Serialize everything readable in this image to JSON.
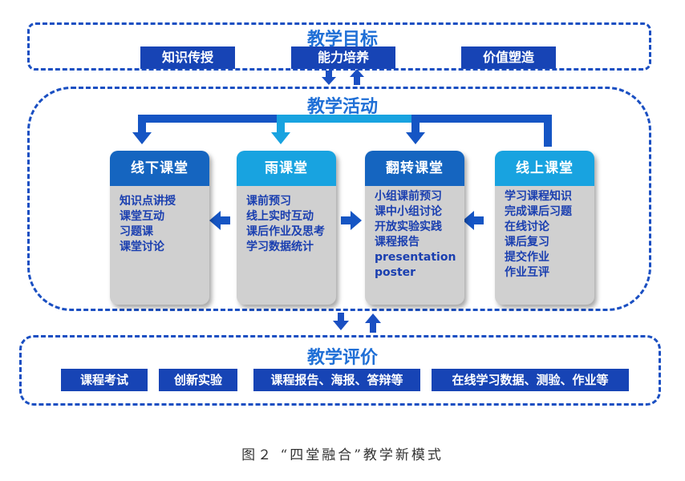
{
  "goals": {
    "title": "教学目标",
    "items": [
      "知识传授",
      "能力培养",
      "价值塑造"
    ]
  },
  "activities": {
    "title": "教学活动",
    "cards": [
      {
        "title": "线下课堂",
        "lines": [
          "知识点讲授",
          "课堂互动",
          "习题课",
          "课堂讨论"
        ]
      },
      {
        "title": "雨课堂",
        "lines": [
          "课前预习",
          "线上实时互动",
          "课后作业及思考",
          "学习数据统计"
        ]
      },
      {
        "title": "翻转课堂",
        "lines": [
          "小组课前预习",
          "课中小组讨论",
          "开放实验实践",
          "课程报告",
          "presentation",
          "poster"
        ]
      },
      {
        "title": "线上课堂",
        "lines": [
          "学习课程知识",
          "完成课后习题",
          "在线讨论",
          "课后复习",
          "提交作业",
          "作业互评"
        ]
      }
    ]
  },
  "evaluation": {
    "title": "教学评价",
    "items": [
      "课程考试",
      "创新实验",
      "课程报告、海报、答辩等",
      "在线学习数据、测验、作业等"
    ]
  },
  "caption": "图２ “四堂融合”教学新模式",
  "colors": {
    "dark_blue": "#1565c0",
    "light_blue": "#18a3e0",
    "pill_blue": "#1744b5",
    "title_blue": "#1f6fd6",
    "card_gray": "#d0d0d0"
  }
}
